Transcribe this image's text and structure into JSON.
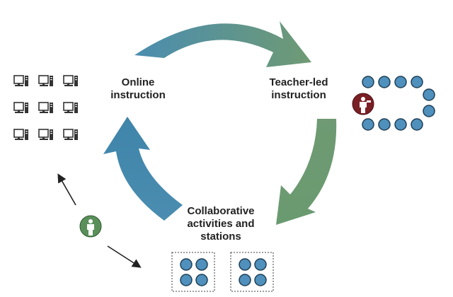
{
  "diagram": {
    "labels": {
      "online": [
        "Online",
        "instruction"
      ],
      "teacher_led": [
        "Teacher-led",
        "instruction"
      ],
      "collaborative": [
        "Collaborative",
        "activities and",
        "stations"
      ]
    },
    "colors": {
      "arrow_blue": "#4a8db0",
      "arrow_green": "#6f9a73",
      "table_circle": "#4f90bd",
      "teacher_circle": "#7a1f24",
      "student_circle": "#5a8f5a",
      "icon_dark": "#333333"
    },
    "icons": {
      "computer": "desktop-computer-icon",
      "teacher": "teacher-person-icon",
      "student": "student-person-icon"
    }
  }
}
